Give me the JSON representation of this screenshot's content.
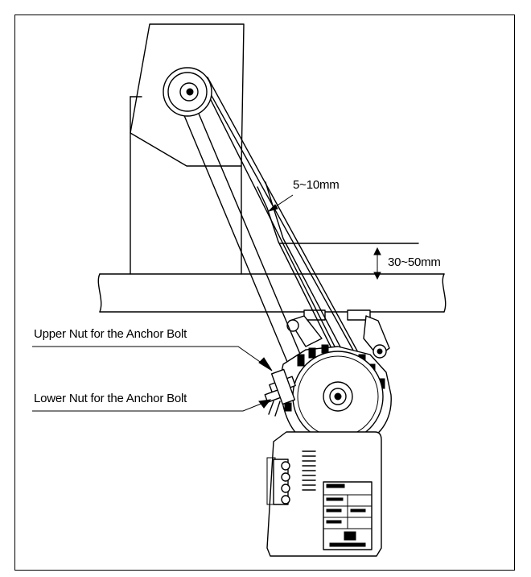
{
  "labels": {
    "belt_deflection": "5~10mm",
    "height_range": "30~50mm",
    "upper_nut": "Upper Nut for the Anchor Bolt",
    "lower_nut": "Lower Nut for the Anchor Bolt"
  },
  "icons": [
    "upper-pulley-icon",
    "motor-icon",
    "control-box-icon"
  ]
}
